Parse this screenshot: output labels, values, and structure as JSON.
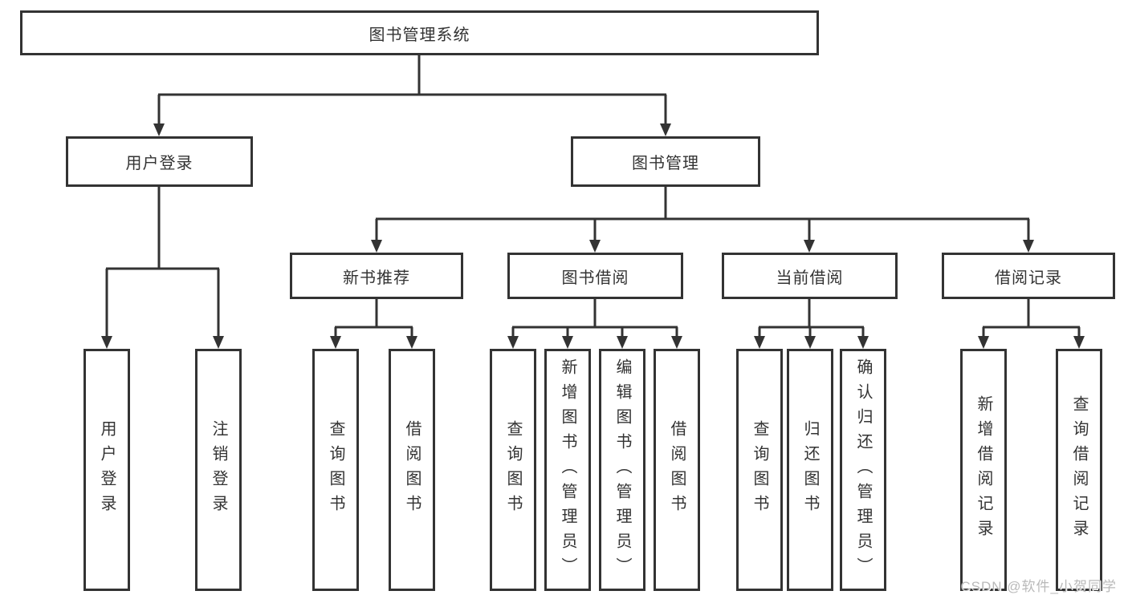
{
  "diagram": {
    "colors": {
      "line": "#333333",
      "box_border": "#333333",
      "text": "#333333",
      "box_fill": "#ffffff",
      "watermark": "#b9b9b9"
    },
    "root": {
      "label": "图书管理系统"
    },
    "level1": [
      {
        "label": "用户登录"
      },
      {
        "label": "图书管理"
      }
    ],
    "level2": [
      {
        "label": "新书推荐"
      },
      {
        "label": "图书借阅"
      },
      {
        "label": "当前借阅"
      },
      {
        "label": "借阅记录"
      }
    ],
    "leaves": {
      "user_login": [
        "用户登录",
        "注销登录"
      ],
      "new_book": [
        "查询图书",
        "借阅图书"
      ],
      "book_borrow": [
        "查询图书",
        "新增图书（管理员）",
        "编辑图书（管理员）",
        "借阅图书"
      ],
      "current_borrow": [
        "查询图书",
        "归还图书",
        "确认归还（管理员）"
      ],
      "borrow_records": [
        "新增借阅记录",
        "查询借阅记录"
      ]
    }
  },
  "watermark": {
    "text": "CSDN @软件_小贺同学"
  }
}
